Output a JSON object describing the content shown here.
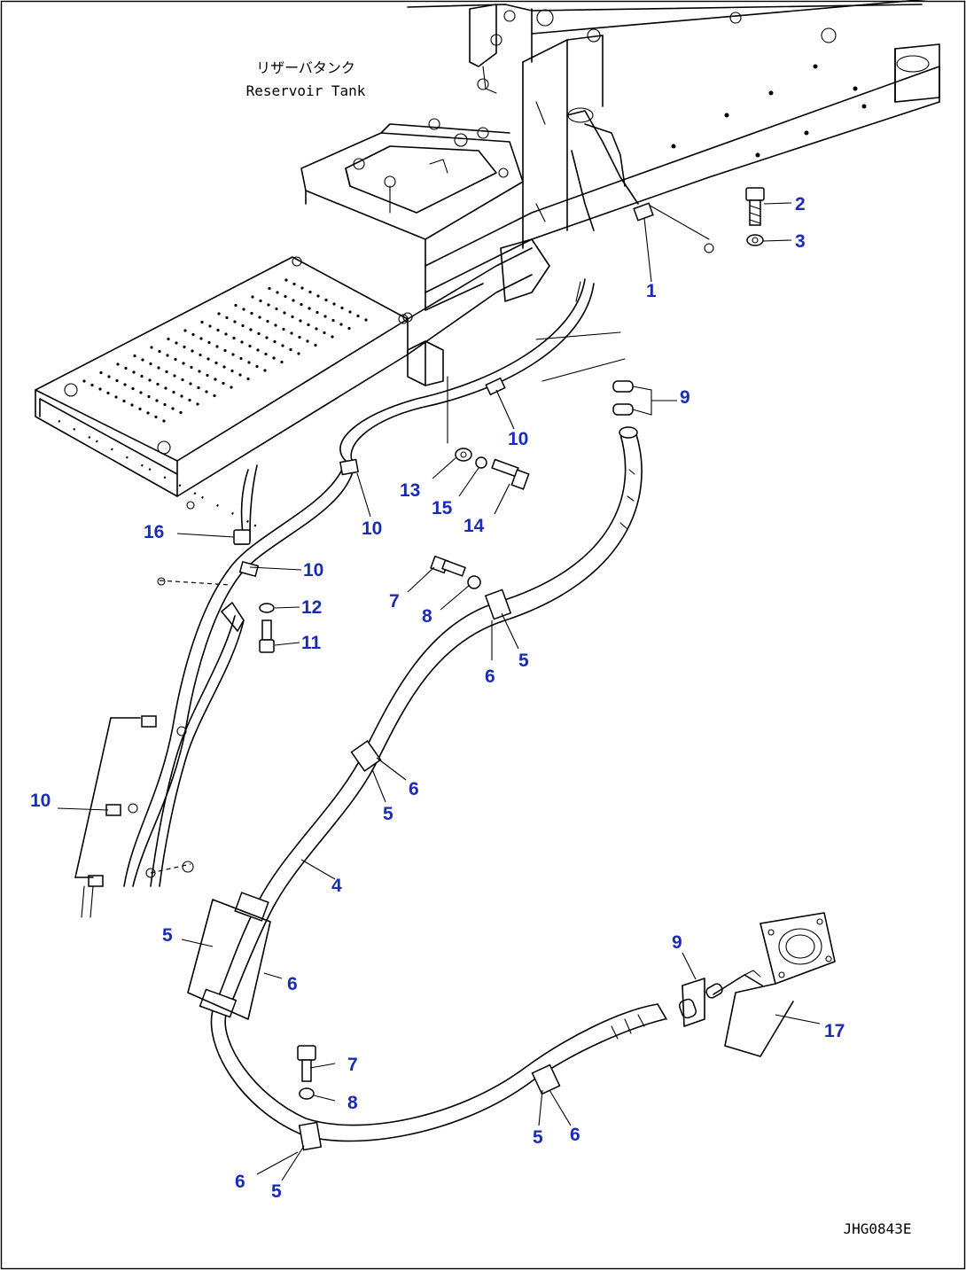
{
  "tank_label": {
    "jp": "リザーバタンク",
    "en": "Reservoir Tank"
  },
  "drawing_code": "JHG0843E",
  "callouts": [
    {
      "id": "c1",
      "text": "1"
    },
    {
      "id": "c2",
      "text": "2"
    },
    {
      "id": "c3",
      "text": "3"
    },
    {
      "id": "c4",
      "text": "4"
    },
    {
      "id": "c5a",
      "text": "5"
    },
    {
      "id": "c5b",
      "text": "5"
    },
    {
      "id": "c5c",
      "text": "5"
    },
    {
      "id": "c5d",
      "text": "5"
    },
    {
      "id": "c5e",
      "text": "5"
    },
    {
      "id": "c6a",
      "text": "6"
    },
    {
      "id": "c6b",
      "text": "6"
    },
    {
      "id": "c6c",
      "text": "6"
    },
    {
      "id": "c6d",
      "text": "6"
    },
    {
      "id": "c6e",
      "text": "6"
    },
    {
      "id": "c7a",
      "text": "7"
    },
    {
      "id": "c7b",
      "text": "7"
    },
    {
      "id": "c8a",
      "text": "8"
    },
    {
      "id": "c8b",
      "text": "8"
    },
    {
      "id": "c9a",
      "text": "9"
    },
    {
      "id": "c9b",
      "text": "9"
    },
    {
      "id": "c10a",
      "text": "10"
    },
    {
      "id": "c10b",
      "text": "10"
    },
    {
      "id": "c10c",
      "text": "10"
    },
    {
      "id": "c10d",
      "text": "10"
    },
    {
      "id": "c11",
      "text": "11"
    },
    {
      "id": "c12",
      "text": "12"
    },
    {
      "id": "c13",
      "text": "13"
    },
    {
      "id": "c14",
      "text": "14"
    },
    {
      "id": "c15",
      "text": "15"
    },
    {
      "id": "c16",
      "text": "16"
    },
    {
      "id": "c17",
      "text": "17"
    }
  ]
}
